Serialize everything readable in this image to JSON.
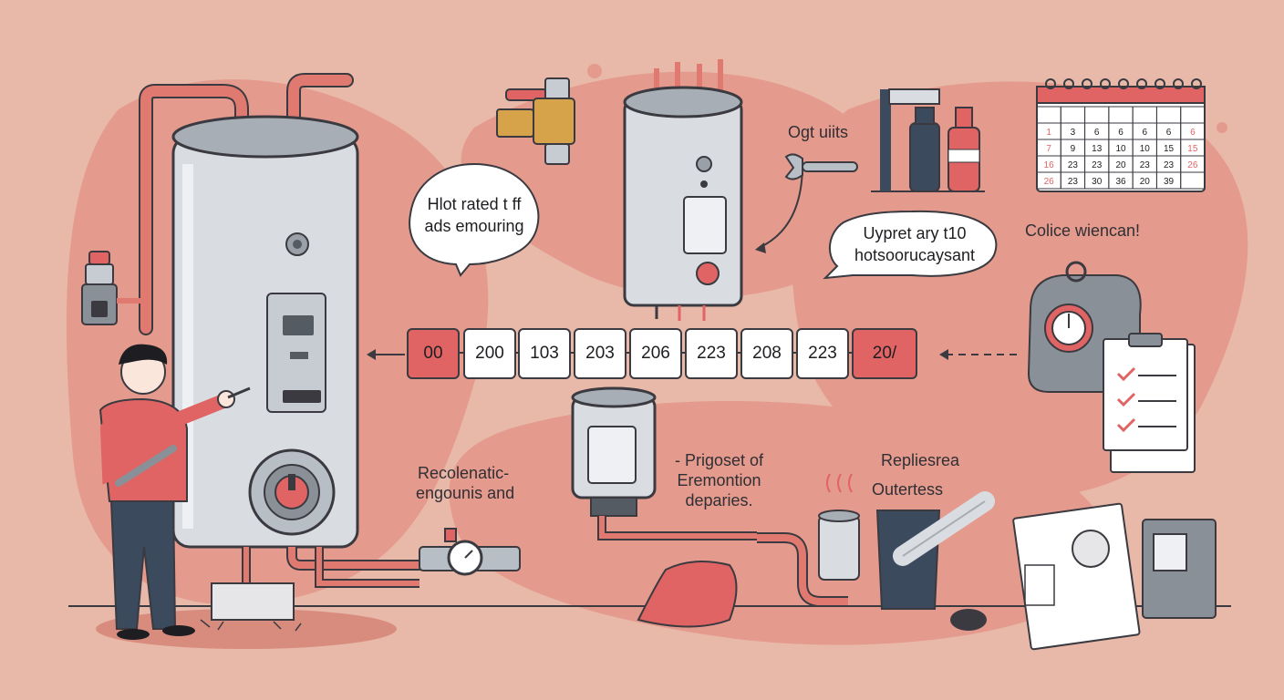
{
  "bubbles": {
    "left": [
      "Hlot rated t ff",
      "ads emouring"
    ],
    "right": [
      "Uypret ary t10",
      "hotsoorucaysant"
    ]
  },
  "labels": {
    "tools": "Ogt uiits",
    "checklist_top": "Colice wiencan!",
    "recolenatic": [
      "Recolenatic-",
      "engounis and"
    ],
    "prigoset": [
      "- Prigoset of",
      "Eremontion",
      "deparies."
    ],
    "repliesrea": "Repliesrea",
    "outertess": "Outertess"
  },
  "timeline": [
    {
      "text": "00",
      "highlight": true
    },
    {
      "text": "200",
      "highlight": false
    },
    {
      "text": "103",
      "highlight": false
    },
    {
      "text": "203",
      "highlight": false
    },
    {
      "text": "206",
      "highlight": false
    },
    {
      "text": "223",
      "highlight": false
    },
    {
      "text": "208",
      "highlight": false
    },
    {
      "text": "223",
      "highlight": false
    },
    {
      "text": "20/",
      "highlight": true
    }
  ],
  "calendar": {
    "rows": [
      [
        "",
        "",
        "",
        "",
        "",
        "",
        ""
      ],
      [
        "1",
        "3",
        "6",
        "6",
        "6",
        "6",
        "6"
      ],
      [
        "7",
        "9",
        "13",
        "10",
        "10",
        "15",
        "15"
      ],
      [
        "16",
        "23",
        "23",
        "20",
        "23",
        "23",
        "26"
      ],
      [
        "26",
        "23",
        "30",
        "36",
        "20",
        "39",
        ""
      ]
    ],
    "highlighted": [
      "1,0",
      "1,6",
      "2,0",
      "2,6",
      "3,0",
      "3,6",
      "4,0"
    ]
  },
  "colors": {
    "background": "#e8b8a8",
    "blob": "#e49a8c",
    "accent_red": "#e06464",
    "tank_grey": "#d9dde2",
    "outline": "#3a3a40"
  }
}
